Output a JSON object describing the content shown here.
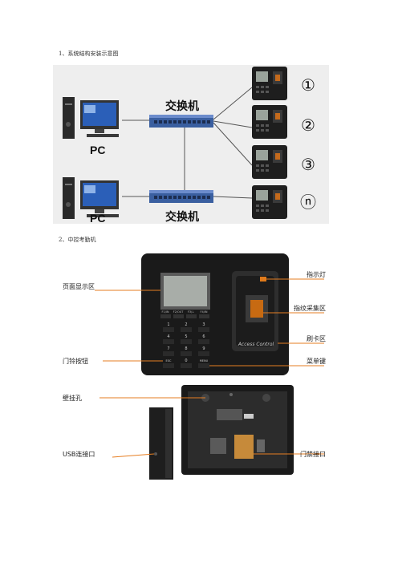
{
  "section1": {
    "heading": "1、系统结构安装示意图",
    "switch_label_1": "交换机",
    "switch_label_2": "交换机",
    "pc_label_1": "PC",
    "pc_label_2": "PC",
    "device_numbers": [
      "①",
      "②",
      "③",
      "ⓝ"
    ]
  },
  "section2": {
    "heading": "2、中控考勤机",
    "callouts": {
      "display": "页面显示区",
      "indicator": "指示灯",
      "fingerprint": "指纹采集区",
      "card": "刷卡区",
      "doorbell": "门铃按钮",
      "menu": "菜单键",
      "wall_hole": "壁挂孔",
      "usb": "USB连接口",
      "door_port": "门禁接口"
    },
    "keypad": {
      "fn_keys": [
        "F1/IN",
        "F2/OUT",
        "F3/↓",
        "F4/IN"
      ],
      "keys": [
        "1",
        "2",
        "3",
        "4",
        "5",
        "6",
        "7",
        "8",
        "9",
        "ESC",
        "0",
        "MENU"
      ]
    },
    "brand_text": "Access Control"
  },
  "colors": {
    "callout_line": "#e67e22",
    "network_line": "#555555",
    "switch_blue": "#3a5fa0"
  }
}
